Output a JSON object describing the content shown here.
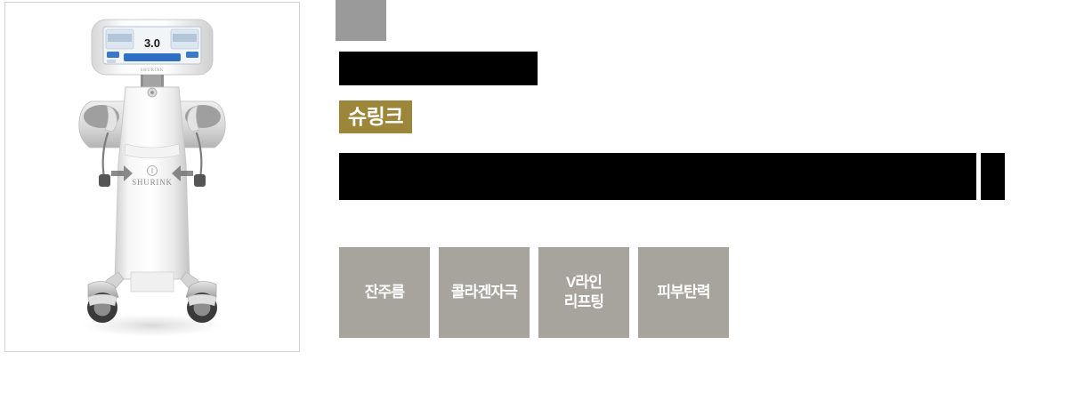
{
  "product_image": {
    "alt": "Shurink HIFU medical aesthetic device on casters",
    "brand_mark": "SHURINK",
    "screen_value": "3.0",
    "frame_border_color": "#d2d2d2"
  },
  "content": {
    "brand_chip": {
      "name": "brand-chip",
      "color": "#9a9a9a",
      "label": ""
    },
    "headline_bar": {
      "color": "#000000",
      "label": ""
    },
    "gold_badge": {
      "label": "슈링크",
      "background": "#9c8639",
      "text_color": "#ffffff"
    },
    "description": {
      "color": "#000000",
      "main_label": "",
      "tail_label": ""
    },
    "tiles": [
      {
        "label": "잔주름"
      },
      {
        "label": "콜라겐자극"
      },
      {
        "label": "V라인\n리프팅"
      },
      {
        "label": "피부탄력"
      }
    ],
    "tile_style": {
      "background": "#a6a49c",
      "text_color": "#ffffff"
    }
  }
}
